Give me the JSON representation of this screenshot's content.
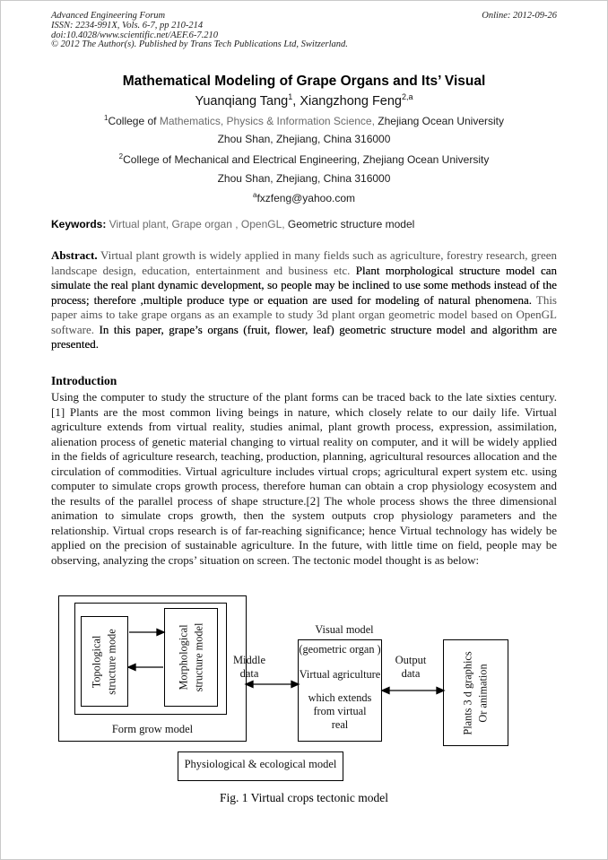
{
  "header": {
    "journal": "Advanced Engineering Forum",
    "online_date": "Online: 2012-09-26",
    "issn_line": "ISSN: 2234-991X, Vols. 6-7, pp 210-214",
    "doi_line": "doi:10.4028/www.scientific.net/AEF.6-7.210",
    "copyright_line": "© 2012 The Author(s). Published by Trans Tech Publications Ltd, Switzerland."
  },
  "title": "Mathematical Modeling of Grape Organs and Its’ Visual",
  "authors": {
    "name1": "Yuanqiang Tang",
    "sup1": "1",
    "sep": ", ",
    "name2": "Xiangzhong Feng",
    "sup2": "2,a"
  },
  "affiliations": {
    "a1_sup": "1",
    "a1_seg1": "College of ",
    "a1_seg2": "Mathematics, Physics & Information Science, ",
    "a1_seg3": "Zhejiang Ocean University",
    "a1_city": "Zhou Shan, Zhejiang, China 316000",
    "a2_sup": "2",
    "a2_text": "College of Mechanical and Electrical Engineering, Zhejiang Ocean University",
    "a2_city": "Zhou Shan, Zhejiang, China 316000",
    "email_sup": "a",
    "email": "fxzfeng@yahoo.com"
  },
  "keywords": {
    "label": "Keywords: ",
    "list_gray": "Virtual plant, Grape organ , OpenGL, ",
    "list_dark": "Geometric structure model"
  },
  "abstract": {
    "label": "Abstract.",
    "seg1": " Virtual plant growth is widely applied in many fields such as agriculture, forestry research, green landscape design, education, entertainment and business etc. ",
    "seg2": "Plant morphological structure model can simulate the real plant dynamic development, so people may be inclined to use some methods instead of the process; therefore ,multiple produce type or equation are used for modeling of natural phenomena. ",
    "seg3": "This paper aims to take grape organs as an example to study 3d plant organ geometric model based on OpenGL software. ",
    "seg4": "In this paper, grape’s organs (fruit, flower, leaf) geometric structure model and algorithm are presented."
  },
  "introduction": {
    "heading": "Introduction",
    "paragraph": "Using the computer to study the structure of the plant forms can be traced back to the late sixties century. [1] Plants are the most common living beings in nature, which closely relate to our daily life. Virtual agriculture extends from virtual reality, studies animal, plant growth process, expression, assimilation, alienation process of genetic material changing to virtual reality on computer, and it will be widely applied in the fields of agriculture research, teaching, production, planning, agricultural resources allocation and the circulation of commodities. Virtual agriculture includes virtual crops; agricultural expert system etc. using computer to simulate crops growth process, therefore human can obtain a crop physiology ecosystem and the results of the parallel process of shape structure.[2] The whole process shows the three dimensional animation to simulate crops growth, then the system outputs crop physiology parameters and the relationship. Virtual crops research is of far-reaching significance; hence Virtual technology has widely be applied on the precision of sustainable agriculture. In the future, with little time on field, people may be observing, analyzing the crops’ situation on screen. The tectonic model thought is as below:"
  },
  "figure": {
    "topological": {
      "line1": "Topological",
      "line2": "structure mode"
    },
    "morphological": {
      "line1": "Morphological",
      "line2": "structure model"
    },
    "form_grow_label": "Form grow model",
    "visual_title": "Visual model",
    "visual_box": {
      "line1": "(geometric organ )",
      "line2": "Virtual agriculture",
      "line3": "which extends",
      "line4": "from virtual",
      "line5": "real"
    },
    "middle_data": {
      "line1": "Middle",
      "line2": "data"
    },
    "output_data": {
      "line1": "Output",
      "line2": "data"
    },
    "plants": {
      "line1": "Plants 3 d graphics",
      "line2": "Or animation"
    },
    "physio_label": "Physiological & ecological model",
    "caption": "Fig. 1 Virtual crops tectonic model"
  }
}
